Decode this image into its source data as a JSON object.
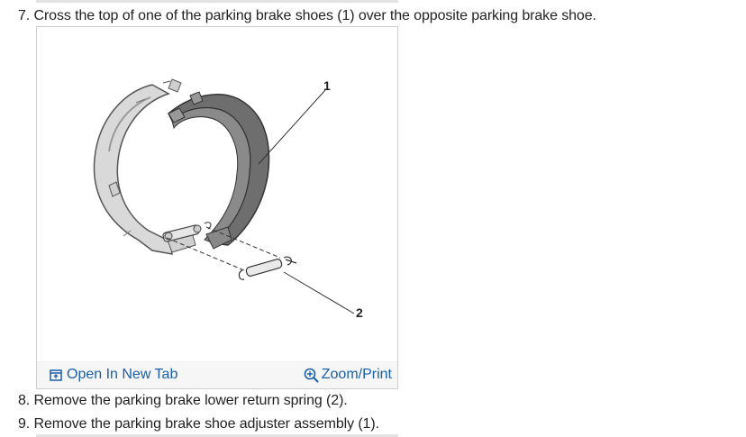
{
  "steps": {
    "step7": "7. Cross the top of one of the parking brake shoes (1) over the opposite parking brake shoe.",
    "step8": "8. Remove the parking brake lower return spring (2).",
    "step9": "9. Remove the parking brake shoe adjuster assembly (1)."
  },
  "figure": {
    "callouts": [
      "1",
      "2"
    ],
    "open_tab_label": "Open In New Tab",
    "zoom_label": "Zoom/Print",
    "icons": {
      "open_tab": "open-in-new-tab-icon",
      "zoom": "zoom-plus-icon"
    }
  },
  "colors": {
    "link": "#1a5fa8",
    "toolbar_bg": "#f6f6f6",
    "light_shoe": "#d9d9d9",
    "dark_lining": "#6e6e6e"
  }
}
